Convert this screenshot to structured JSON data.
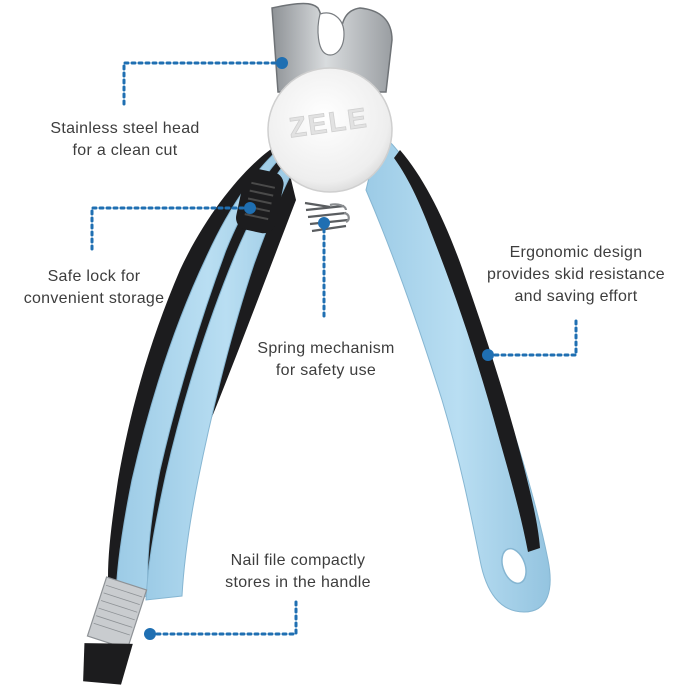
{
  "brand": "ZELE",
  "colors": {
    "handle_blue": "#a9d4ec",
    "handle_black": "#1c1c1e",
    "steel": "#b9bcbf",
    "callout": "#1f6fb2",
    "text": "#3d3d3d"
  },
  "callouts": {
    "head": {
      "line1": "Stainless steel head",
      "line2": "for a clean cut"
    },
    "lock": {
      "line1": "Safe lock for",
      "line2": "convenient storage"
    },
    "spring": {
      "line1": "Spring mechanism",
      "line2": "for safety use"
    },
    "grip": {
      "line1": "Ergonomic design",
      "line2": "provides skid resistance",
      "line3": "and saving effort"
    },
    "file": {
      "line1": "Nail file compactly",
      "line2": "stores in the handle"
    }
  }
}
